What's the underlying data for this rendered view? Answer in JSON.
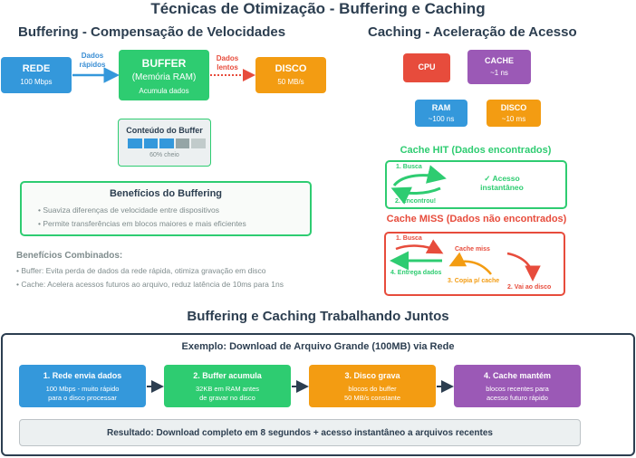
{
  "title": "Técnicas de Otimização - Buffering e Caching",
  "buffering": {
    "heading": "Buffering - Compensação de Velocidades",
    "rede": {
      "label": "REDE",
      "sub": "100 Mbps"
    },
    "dados_rapidos": [
      "Dados",
      "rápidos"
    ],
    "buffer": {
      "label": "BUFFER",
      "sub": "(Memória RAM)",
      "note": "Acumula dados"
    },
    "dados_lentos": [
      "Dados",
      "lentos"
    ],
    "disco": {
      "label": "DISCO",
      "sub": "50 MB/s"
    },
    "conteudo": {
      "title": "Conteúdo do Buffer",
      "fill": "60% cheio",
      "fill_fraction": 0.6
    },
    "beneficios": {
      "title": "Benefícios do Buffering",
      "items": [
        "Suaviza diferenças de velocidade entre dispositivos",
        "Permite transferências em blocos maiores e mais eficientes"
      ]
    }
  },
  "combinados": {
    "title": "Benefícios Combinados:",
    "items": [
      "• Buffer: Evita perda de dados da rede rápida, otimiza gravação em disco",
      "• Cache: Acelera acessos futuros ao arquivo, reduz latência de 10ms para 1ns"
    ]
  },
  "caching": {
    "heading": "Caching - Aceleração de Acesso",
    "cpu": {
      "label": "CPU"
    },
    "cache": {
      "label": "CACHE",
      "sub": "~1 ns"
    },
    "ram": {
      "label": "RAM",
      "sub": "~100 ns"
    },
    "disco": {
      "label": "DISCO",
      "sub": "~10 ms"
    },
    "hit": {
      "title": "Cache HIT (Dados encontrados)",
      "busca": "1. Busca",
      "encontrou": "2. Encontrou!",
      "acesso": [
        "✓ Acesso",
        "instantâneo"
      ]
    },
    "miss": {
      "title": "Cache MISS (Dados não encontrados)",
      "busca": "1. Busca",
      "cache_miss": "Cache miss",
      "vai_disco": "2. Vai ao disco",
      "copia": "3. Copia p/ cache",
      "entrega": "4. Entrega dados"
    }
  },
  "juntos": {
    "heading": "Buffering e Caching Trabalhando Juntos",
    "exemplo": "Exemplo: Download de Arquivo Grande (100MB) via Rede",
    "steps": [
      {
        "title": "1. Rede envia dados",
        "lines": [
          "100 Mbps - muito rápido",
          "para o disco processar"
        ],
        "color": "#3498db"
      },
      {
        "title": "2. Buffer acumula",
        "lines": [
          "32KB em RAM antes",
          "de gravar no disco"
        ],
        "color": "#2ecc71"
      },
      {
        "title": "3. Disco grava",
        "lines": [
          "blocos do buffer",
          "50 MB/s constante"
        ],
        "color": "#f39c12"
      },
      {
        "title": "4. Cache mantém",
        "lines": [
          "blocos recentes para",
          "acesso futuro rápido"
        ],
        "color": "#9b59b6"
      }
    ],
    "resultado": "Resultado: Download completo em 8 segundos + acesso instantâneo a arquivos recentes"
  },
  "colors": {
    "blue": "#3498db",
    "green": "#2ecc71",
    "orange": "#f39c12",
    "red": "#e74c3c",
    "purple": "#9b59b6",
    "dark": "#2c3e50",
    "gray_text": "#7f8c8d"
  }
}
